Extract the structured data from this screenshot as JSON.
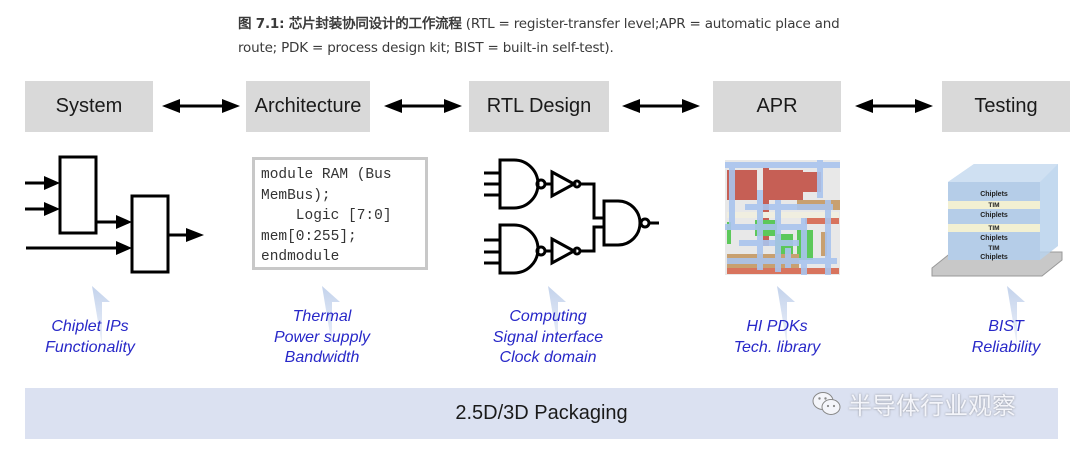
{
  "caption": {
    "label": "图 7.1: 芯片封装协同设计的工作流程",
    "text": " (RTL = register-transfer level;APR = automatic place and route; PDK = process design kit; BIST = built-in self-test)."
  },
  "stages": [
    {
      "label": "System"
    },
    {
      "label": "Architecture"
    },
    {
      "label": "RTL Design"
    },
    {
      "label": "APR"
    },
    {
      "label": "Testing"
    }
  ],
  "code_block": {
    "lines": [
      "module RAM (Bus",
      "MemBus);",
      "    Logic [7:0]",
      "mem[0:255];",
      "endmodule"
    ]
  },
  "testing_stack": {
    "layers": [
      "Chiplets",
      "TIM",
      "Chiplets",
      "TIM",
      "Chiplets",
      "TIM",
      "Chiplets"
    ]
  },
  "requirements": [
    {
      "lines": [
        "Chiplet IPs",
        "Functionality"
      ]
    },
    {
      "lines": [
        "Thermal",
        "Power supply",
        "Bandwidth"
      ]
    },
    {
      "lines": [
        "Computing",
        "Signal interface",
        "Clock domain"
      ]
    },
    {
      "lines": [
        "HI PDKs",
        "Tech. library"
      ]
    },
    {
      "lines": [
        "BIST",
        "Reliability"
      ]
    }
  ],
  "base": {
    "label": "2.5D/3D Packaging"
  },
  "watermark": {
    "label": "半导体行业观察",
    "icon": "wechat-icon"
  },
  "colors": {
    "stage_bg": "#d9d9d9",
    "base_bg": "#dbe1f1",
    "requirement_text": "#2828c8",
    "up_arrow": "#c9d6ec"
  }
}
